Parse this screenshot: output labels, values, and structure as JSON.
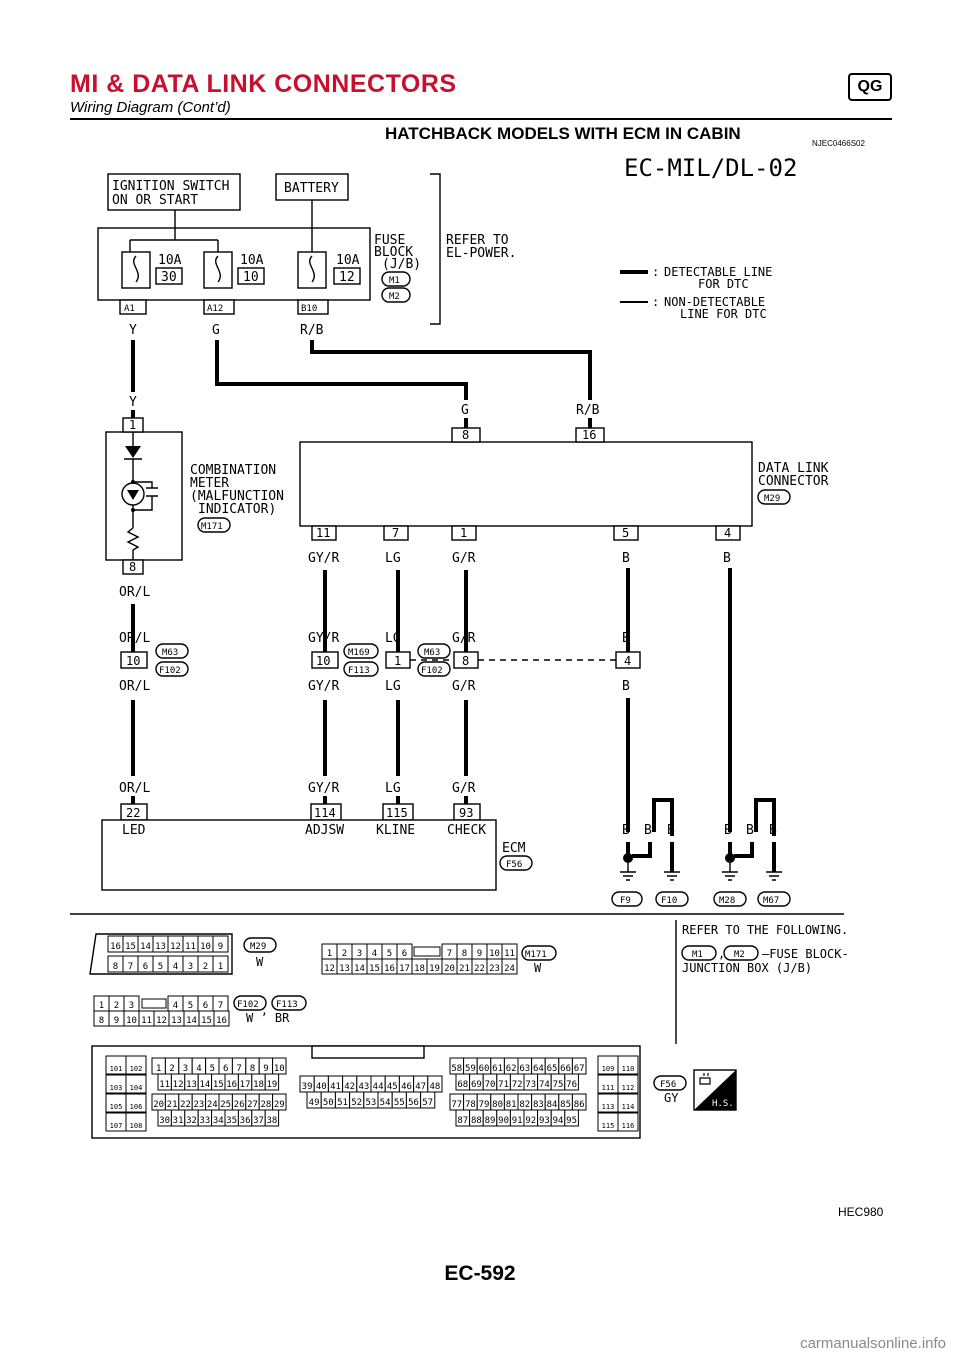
{
  "header": {
    "title": "MI & DATA LINK CONNECTORS",
    "badge": "QG",
    "subtitle": "Wiring Diagram (Cont’d)",
    "section_title": "HATCHBACK MODELS WITH ECM IN CABIN",
    "section_code": "NJEC0466S02",
    "diagram_id": "EC-MIL/DL-02"
  },
  "blocks": {
    "ignition": [
      "IGNITION SWITCH",
      "ON OR START"
    ],
    "battery": "BATTERY",
    "fuse_block": [
      "FUSE",
      "BLOCK",
      "(J/B)"
    ],
    "refer_power": [
      "REFER TO",
      "EL-POWER."
    ],
    "combo_meter": [
      "COMBINATION",
      "METER",
      "(MALFUNCTION",
      "INDICATOR)"
    ],
    "data_link": [
      "DATA LINK",
      "CONNECTOR"
    ],
    "ecm": "ECM",
    "ecm_pins": [
      "LED",
      "ADJSW",
      "KLINE",
      "CHECK"
    ]
  },
  "legend": {
    "detectable": [
      "DETECTABLE LINE",
      "FOR DTC"
    ],
    "non_detectable": [
      "NON-DETECTABLE",
      "LINE FOR DTC"
    ],
    "prefix": ":"
  },
  "fuses": [
    {
      "amp": "10A",
      "num": "30",
      "terminal": "A1",
      "wire": "Y"
    },
    {
      "amp": "10A",
      "num": "10",
      "terminal": "A12",
      "wire": "G"
    },
    {
      "amp": "10A",
      "num": "12",
      "terminal": "B10",
      "wire": "R/B"
    }
  ],
  "connector_ids": [
    "M1",
    "M2",
    "M171",
    "M29",
    "M63",
    "F102",
    "M169",
    "F113",
    "F56",
    "F9",
    "F10",
    "M28",
    "M67"
  ],
  "wires": {
    "y": "Y",
    "g": "G",
    "rb": "R/B",
    "orl": "OR/L",
    "gyr": "GY/R",
    "lg": "LG",
    "gr": "G/R",
    "b": "B"
  },
  "pins": {
    "meter_top": "1",
    "meter_bottom": "8",
    "dlc_top": [
      "8",
      "16"
    ],
    "dlc_bottom": [
      "11",
      "7",
      "1",
      "5",
      "4"
    ],
    "joint_m63": "10",
    "joint_m169": [
      "10",
      "1"
    ],
    "joint_m63b": [
      "8",
      "4"
    ],
    "ecm": [
      "22",
      "114",
      "115",
      "93"
    ]
  },
  "connectors": {
    "m29_color": "W",
    "m171_color": "W",
    "f102_f113_color": "W ’ BR",
    "f56_color": "GY",
    "hs": "H.S.",
    "m29_rows": [
      [
        "16",
        "15",
        "14",
        "13",
        "12",
        "11",
        "10",
        "9"
      ],
      [
        "8",
        "7",
        "6",
        "5",
        "4",
        "3",
        "2",
        "1"
      ]
    ],
    "m171_rows": [
      [
        "1",
        "2",
        "3",
        "4",
        "5",
        "6",
        "7",
        "8",
        "9",
        "10",
        "11"
      ],
      [
        "12",
        "13",
        "14",
        "15",
        "16",
        "17",
        "18",
        "19",
        "20",
        "21",
        "22",
        "23",
        "24"
      ]
    ],
    "f102_rows": [
      [
        "1",
        "2",
        "3",
        "4",
        "5",
        "6",
        "7"
      ],
      [
        "8",
        "9",
        "10",
        "11",
        "12",
        "13",
        "14",
        "15",
        "16"
      ]
    ],
    "refer_text": [
      "REFER TO THE FOLLOWING.",
      "–FUSE BLOCK-",
      "JUNCTION BOX (J/B)"
    ],
    "comma": ","
  },
  "footer": {
    "figure_code": "HEC980",
    "page": "EC-592",
    "watermark": "carmanualsonline.info"
  }
}
